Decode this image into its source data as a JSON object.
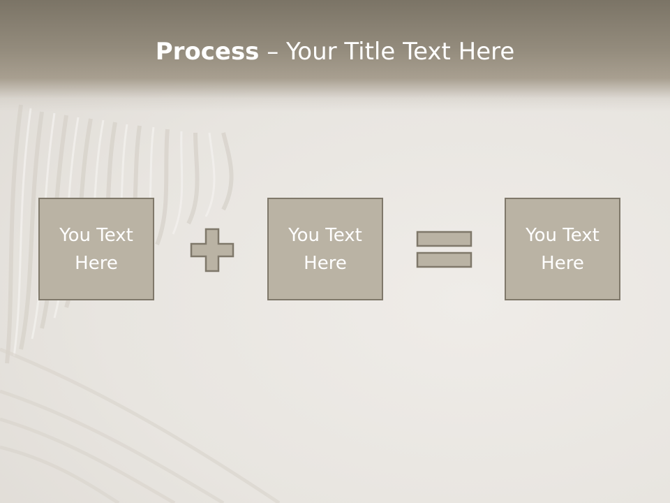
{
  "slide": {
    "title_bold": "Process",
    "title_rest": " – Your Title Text Here",
    "boxes": [
      {
        "label": "You Text Here"
      },
      {
        "label": "You Text Here"
      },
      {
        "label": "You Text Here"
      }
    ],
    "operators": [
      "plus-icon",
      "equals-icon"
    ]
  },
  "colors": {
    "header": "#948c7d",
    "box_fill": "#bab3a4",
    "box_border": "#7f786a",
    "text": "#ffffff",
    "background": "#e9e6e1"
  }
}
